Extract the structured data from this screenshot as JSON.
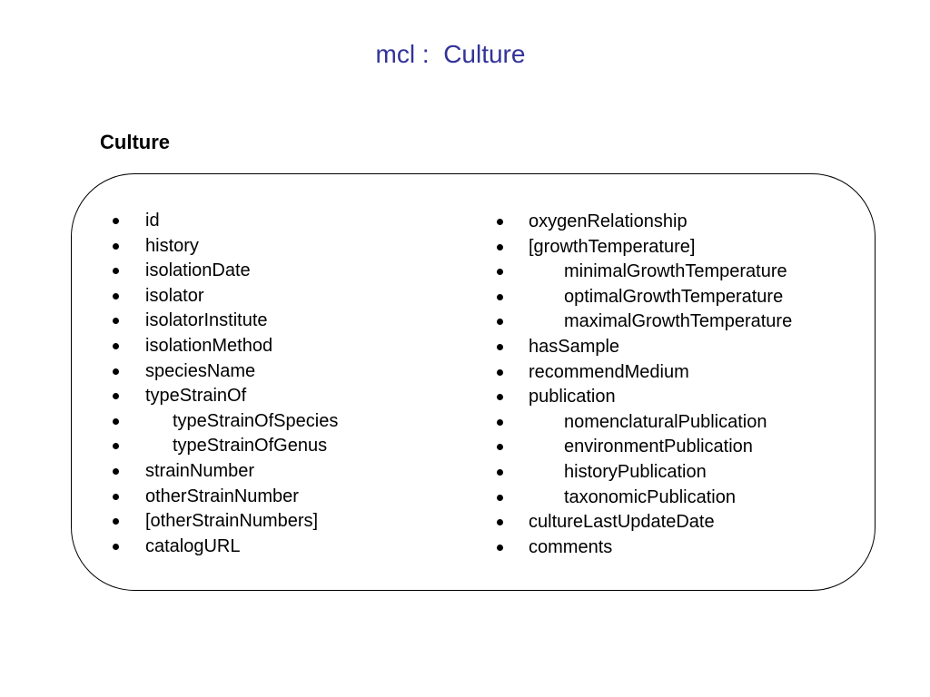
{
  "title": "mcl :  Culture",
  "heading": "Culture",
  "left_items": [
    {
      "label": "id",
      "indent": false
    },
    {
      "label": "history",
      "indent": false
    },
    {
      "label": "isolationDate",
      "indent": false
    },
    {
      "label": "isolator",
      "indent": false
    },
    {
      "label": "isolatorInstitute",
      "indent": false
    },
    {
      "label": "isolationMethod",
      "indent": false
    },
    {
      "label": "speciesName",
      "indent": false
    },
    {
      "label": "typeStrainOf",
      "indent": false
    },
    {
      "label": "typeStrainOfSpecies",
      "indent": true
    },
    {
      "label": "typeStrainOfGenus",
      "indent": true
    },
    {
      "label": "strainNumber",
      "indent": false
    },
    {
      "label": "otherStrainNumber",
      "indent": false
    },
    {
      "label": "[otherStrainNumbers]",
      "indent": false
    },
    {
      "label": "catalogURL",
      "indent": false
    }
  ],
  "right_items": [
    {
      "label": "oxygenRelationship",
      "indent": false
    },
    {
      "label": "[growthTemperature]",
      "indent": false
    },
    {
      "label": "minimalGrowthTemperature",
      "indent": true
    },
    {
      "label": "optimalGrowthTemperature",
      "indent": true
    },
    {
      "label": "maximalGrowthTemperature",
      "indent": true
    },
    {
      "label": "hasSample",
      "indent": false
    },
    {
      "label": "recommendMedium",
      "indent": false
    },
    {
      "label": "publication",
      "indent": false
    },
    {
      "label": "nomenclaturalPublication",
      "indent": true
    },
    {
      "label": "environmentPublication",
      "indent": true
    },
    {
      "label": "historyPublication",
      "indent": true
    },
    {
      "label": "taxonomicPublication",
      "indent": true
    },
    {
      "label": "cultureLastUpdateDate",
      "indent": false
    },
    {
      "label": "comments",
      "indent": false
    }
  ],
  "colors": {
    "title": "#333399",
    "text": "#000000",
    "background": "#ffffff"
  }
}
